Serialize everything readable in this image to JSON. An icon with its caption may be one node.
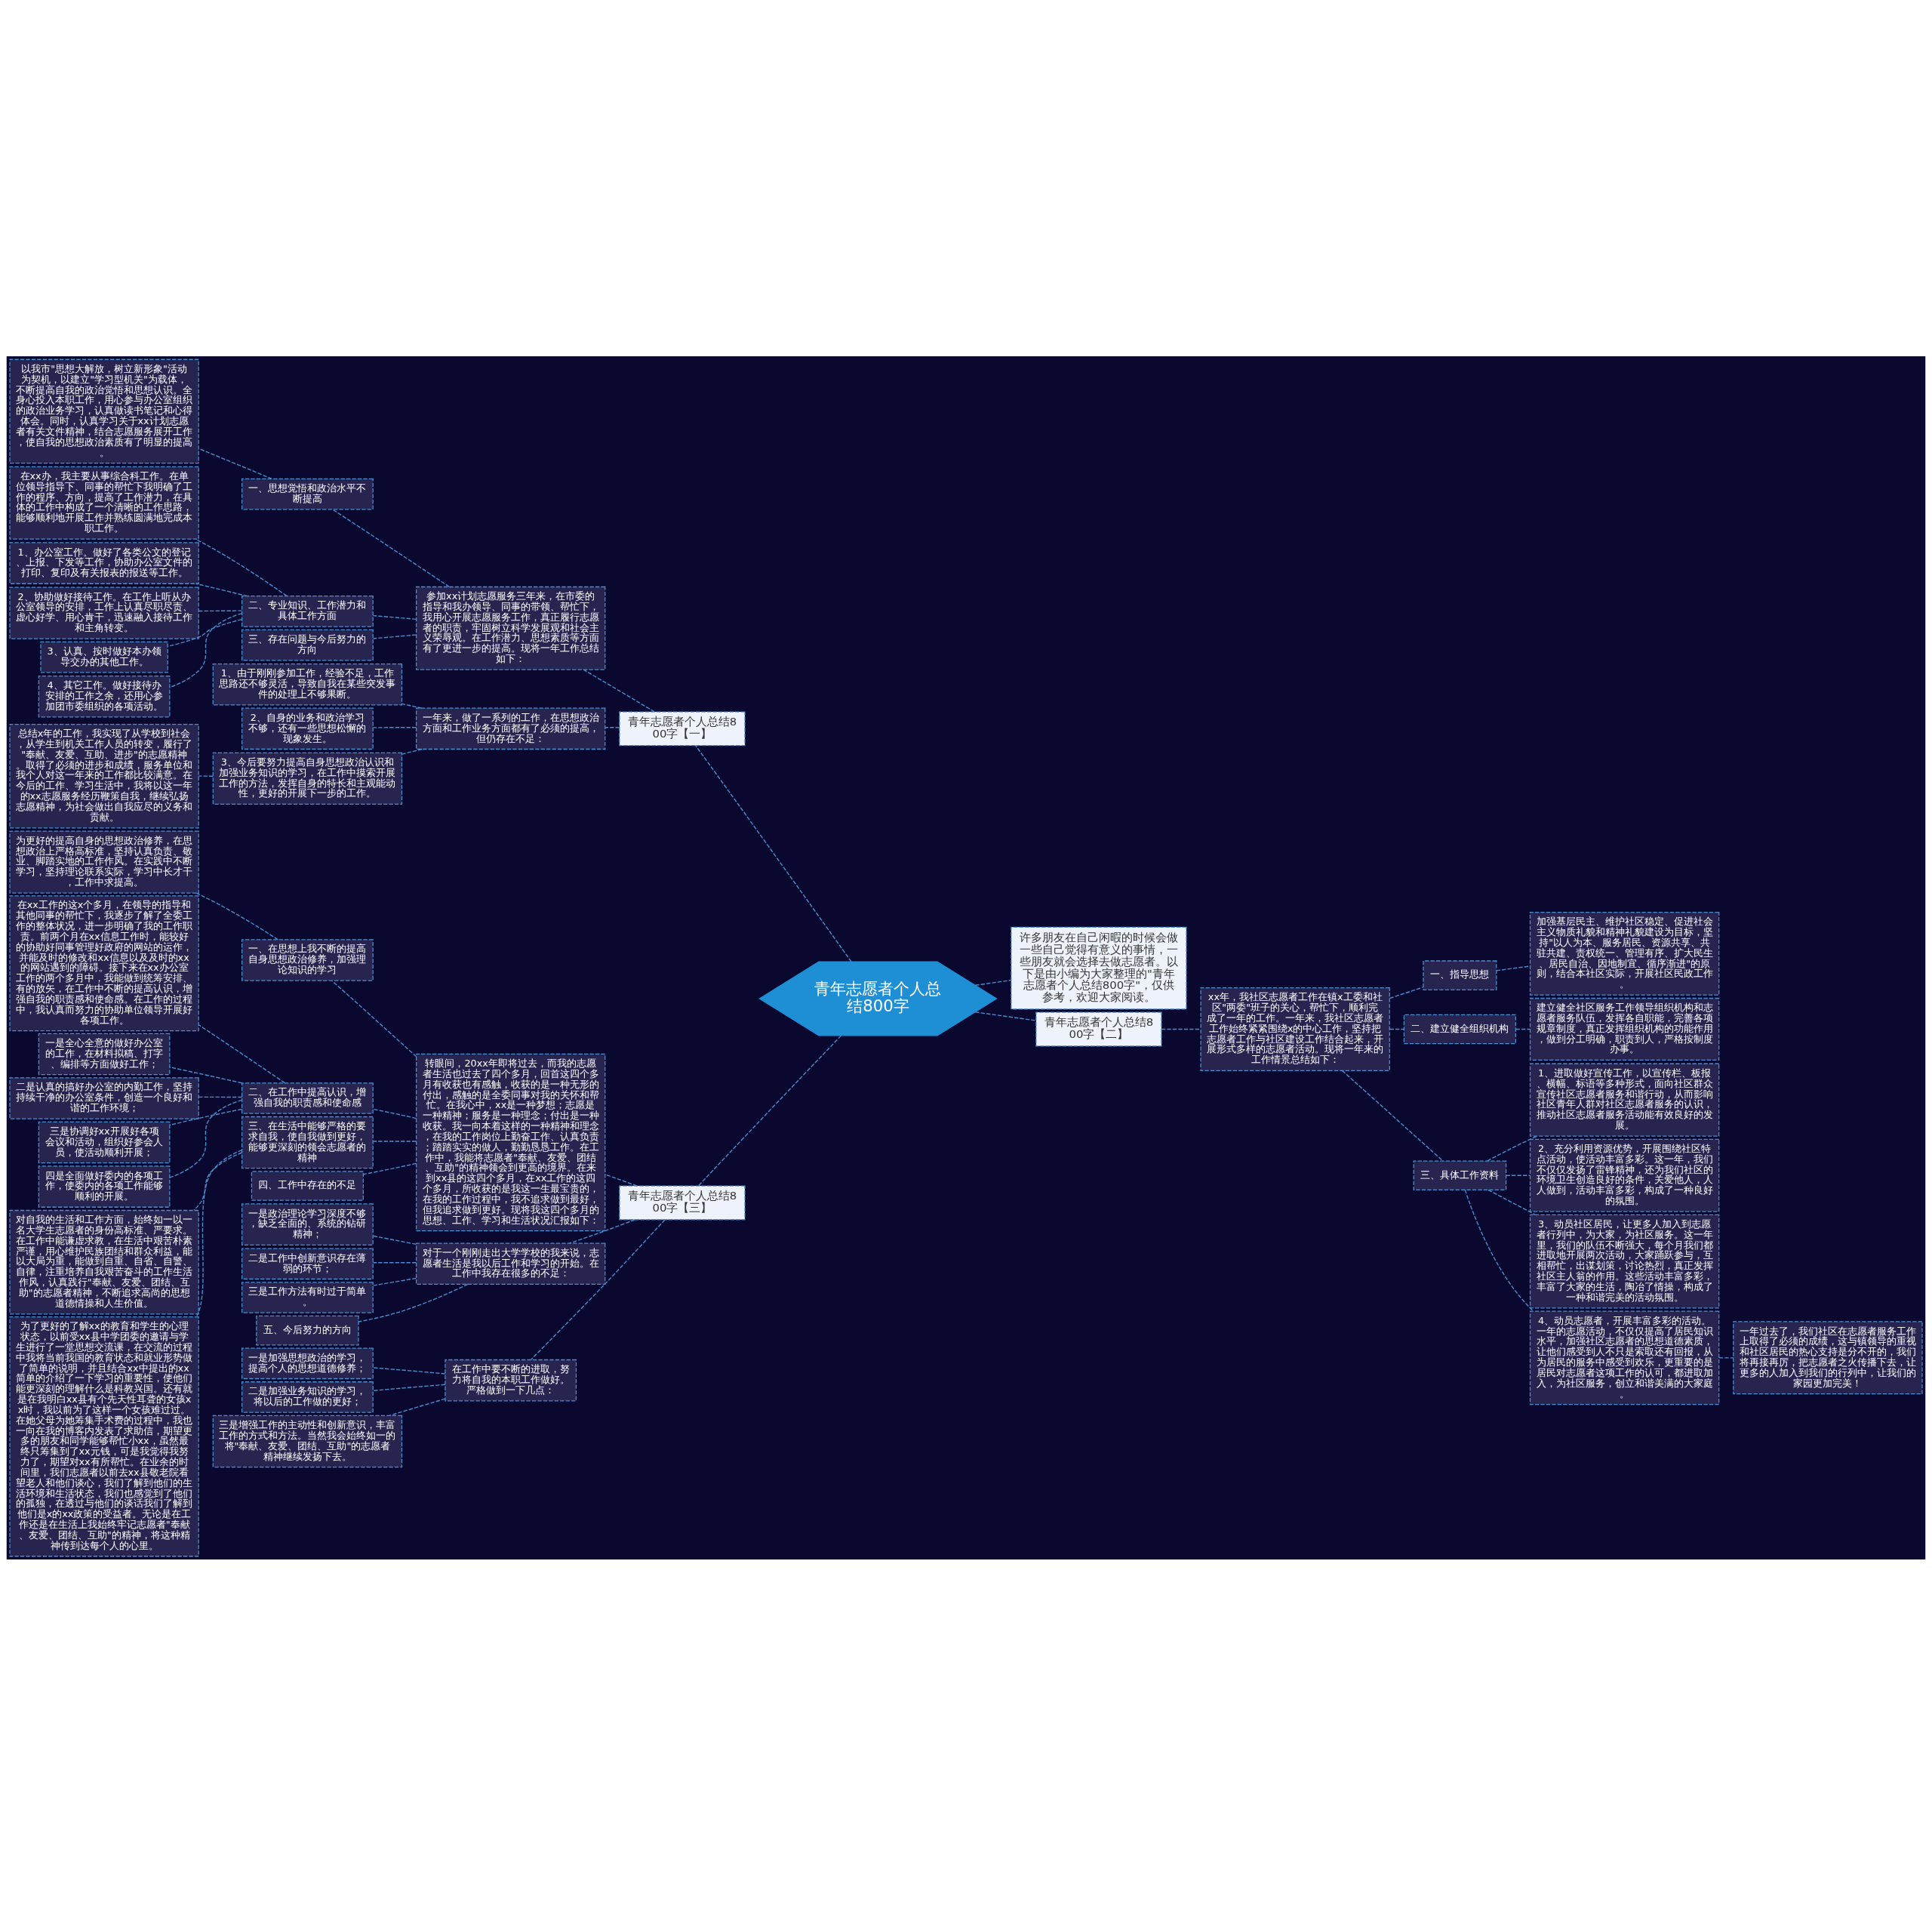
{
  "diagram": {
    "nodes": [
      {
        "text": [
          "青年志愿者个人总结800字"
        ]
      },
      {
        "text": [
          "青年志愿者个人总结800字【一】"
        ]
      },
      {
        "text": [
          "参加xx计划志愿服务三年来，在市委的指导和我办领导、同事的带领、帮忙下，我用心开展志愿服务工作，真正履行志愿者的职责，牢固树立科学发展观和社会主义荣辱观。在工作潜力、思想素质等方面有了更进一步的提高。现将一年工作总结如下："
        ]
      },
      {
        "text": [
          "一、思想觉悟和政治水平不断提高"
        ]
      },
      {
        "text": [
          "以我市\"思想大解放，树立新形象\"活动为契机，以建立\"学习型机关\"为载体，不断提高自我的政治觉悟和思想认识。全身心投入本职工作，用心参与办公室组织的政治业务学习，认真做读书笔记和心得体会。同时，认真学习关于xx计划志愿者有关文件精神，结合志愿服务展开工作，使自我的思想政治素质有了明显的提高。"
        ]
      },
      {
        "text": [
          "二、专业知识、工作潜力和具体工作方面"
        ]
      },
      {
        "text": [
          "在xx办，我主要从事综合科工作。在单位领导指导下、同事的帮忙下我明确了工作的程序、方向，提高了工作潜力，在具体的工作中构成了一个清晰的工作思路，能够顺利地开展工作并熟练圆满地完成本职工作。"
        ]
      },
      {
        "text": [
          "1、办公室工作。做好了各类公文的登记、上报、下发等工作，协助办公室文件的打印、复印及有关报表的报送等工作。"
        ]
      },
      {
        "text": [
          "2、协助做好接待工作。在工作上听从办公室领导的安排，工作上认真尽职尽责、虚心好学、用心肯干，迅速融入接待工作和主角转变。"
        ]
      },
      {
        "text": [
          "3、认真、按时做好本办领导交办的其他工作。"
        ]
      },
      {
        "text": [
          "4、其它工作。做好接待办安排的工作之余，还用心参加团市委组织的各项活动。"
        ]
      },
      {
        "text": [
          "三、存在问题与今后努力的方向"
        ]
      },
      {
        "text": [
          "一年来，做了一系列的工作，在思想政治方面和工作业务方面都有了必须的提高，但仍存在不足："
        ]
      },
      {
        "text": [
          "1、由于刚刚参加工作，经验不足，工作思路还不够灵活，导致自我在某些突发事件的处理上不够果断。"
        ]
      },
      {
        "text": [
          "2、自身的业务和政治学习不够，还有一些思想松懈的现象发生。"
        ]
      },
      {
        "text": [
          "3、今后要努力提高自身思想政治认识和加强业务知识的学习，在工作中摸索开展工作的方法，发挥自身的特长和主观能动性，更好的开展下一步的工作。"
        ]
      },
      {
        "text": [
          "总结x年的工作，我实现了从学校到社会，从学生到机关工作人员的转变，履行了\"奉献、友爱、互助、进步\"的志愿精神。取得了必须的进步和成绩，服务单位和我个人对这一年来的工作都比较满意。在今后的工作、学习生活中，我将以这一年的xx志愿服务经历鞭策自我，继续弘扬志愿精神，为社会做出自我应尽的义务和贡献。"
        ]
      },
      {
        "text": [
          "青年志愿者个人总结800字【三】"
        ]
      },
      {
        "text": [
          "转眼间，20xx年即将过去，而我的志愿者生活也过去了四个多月，回首这四个多月有收获也有感触，收获的是一种无形的付出，感触的是全委同事对我的关怀和帮忙。在我心中，xx是一种梦想；志愿是一种精神；服务是一种理念；付出是一种收获。我一向本着这样的一种精神和理念，在我的工作岗位上勤奋工作、认真负责；踏踏实实的做人，勤勤恳恳工作。在工作中，我能将志愿者\"奉献、友爱、团结、互助\"的精神领会到更高的境界。在来到xx县的这四个多月，在xx工作的这四个多月，所收获的是我这一生最宝贵的，在我的工作过程中，我不追求做到最好，但我追求做到更好。现将我这四个多月的思想、工作、学习和生活状况汇报如下："
        ]
      },
      {
        "text": [
          "一、在思想上我不断的提高自身思想政治修养，加强理论知识的学习"
        ]
      },
      {
        "text": [
          "为更好的提高自身的思想政治修养，在思想政治上严格高标准，坚持认真负责、敬业、脚踏实地的工作作风。在实践中不断学习，坚持理论联系实际，学习中长才干，工作中求提高。"
        ]
      },
      {
        "text": [
          "二、在工作中提高认识，增强自我的职责感和使命感"
        ]
      },
      {
        "text": [
          "在xx工作的这x个多月，在领导的指导和其他同事的帮忙下，我逐步了解了全委工作的整体状况，进一步明确了我的工作职责。前两个月在xx信息工作时，能较好的协助好同事管理好政府的网站的运作，并能及时的修改和xx信息以及及时的xx的网站遇到的障碍。接下来在xx办公室工作的两个多月中，我能做到统筹安排、有的放矢，在工作中不断的提高认识，增强自我的职责感和使命感。在工作的过程中，我认真而努力的协助单位领导开展好各项工作。"
        ]
      },
      {
        "text": [
          "一是全心全意的做好办公室的工作，在材料拟稿、打字、编排等方面做好工作；"
        ]
      },
      {
        "text": [
          "二是认真的搞好办公室的内勤工作，坚持持续干净的办公室条件，创造一个良好和谐的工作环境；"
        ]
      },
      {
        "text": [
          "三是协调好xx开展好各项会议和活动，组织好参会人员，使活动顺利开展；"
        ]
      },
      {
        "text": [
          "四是全面做好委内的各项工作，使委内的各项工作能够顺利的开展。"
        ]
      },
      {
        "text": [
          "三、在生活中能够严格的要求自我，使自我做到更好，能够更深刻的领会志愿者的精神"
        ]
      },
      {
        "text": [
          "对自我的生活和工作方面，始终如一以一名大学生志愿者的身份高标准、严要求。在工作中能谦虚求教，在生活中艰苦朴素严谨，用心维护民族团结和群众利益，能以大局为重，能做到自重、自省、自警、自律，注重培养自我艰苦奋斗的工作生活作风，认真践行\"奉献、友爱、团结、互助\"的志愿者精神，不断追求高尚的思想道德情操和人生价值。"
        ]
      },
      {
        "text": [
          "为了更好的了解xx的教育和学生的心理状态，以前受xx县中学团委的邀请与学生进行了一堂思想交流课，在交流的过程中我将当前我国的教育状态和就业形势做了简单的说明，并且结合xx中提出的xx简单的介绍了一下学习的重要性，使他们能更深刻的理解什么是科教兴国。还有就是在我明白xx县有个先天性耳聋的女孩xx时，我以前为了这样一个女孩难过过。在她父母为她筹集手术费的过程中，我也一向在我的博客内发表了求助信，期望更多的朋友和同学能够帮忙小xx，虽然最终只筹集到了xx元钱，可是我觉得我努力了，期望对xx有所帮忙。在业余的时间里，我们志愿者以前去xx县敬老院看望老人和他们谈心，我们了解到他们的生活环境和生活状态，我们也感觉到了他们的孤独，在透过与他们的谈话我们了解到他们是x的xx政策的受益者。无论是在工作还是在生活上我始终牢记志愿者\"奉献、友爱、团结、互助\"的精神，将这种精神传到达每个人的心里。"
        ]
      },
      {
        "text": [
          "四、工作中存在的不足"
        ]
      },
      {
        "text": [
          "对于一个刚刚走出大学学校的我来说，志愿者生活是我以后工作和学习的开始。在工作中我存在很多的不足："
        ]
      },
      {
        "text": [
          "一是政治理论学习深度不够，缺乏全面的、系统的钻研精神；"
        ]
      },
      {
        "text": [
          "二是工作中创新意识存在薄弱的环节；"
        ]
      },
      {
        "text": [
          "三是工作方法有时过于简单。"
        ]
      },
      {
        "text": [
          "五、今后努力的方向"
        ]
      },
      {
        "text": [
          "在工作中要不断的进取，努力将自我的本职工作做好。严格做到一下几点："
        ]
      },
      {
        "text": [
          "一是加强思想政治的学习，提高个人的思想道德修养；"
        ]
      },
      {
        "text": [
          "二是加强业务知识的学习，将以后的工作做的更好；"
        ]
      },
      {
        "text": [
          "三是增强工作的主动性和创新意识，丰富工作的方式和方法。当然我会始终如一的将\"奉献、友爱、团结、互助\"的志愿者精神继续发扬下去。"
        ]
      },
      {
        "text": [
          "许多朋友在自己闲暇的时候会做一些自己觉得有意义的事情，一些朋友就会选择去做志愿者。以下是由小编为大家整理的\"青年志愿者个人总结800字\"，仅供参考，欢迎大家阅读。"
        ]
      },
      {
        "text": [
          "青年志愿者个人总结800字【二】"
        ]
      },
      {
        "text": [
          "xx年，我社区志愿者工作在镇x工委和社区\"两委\"班子的关心，帮忙下，顺利完成了一年的工作。一年来，我社区志愿者工作始终紧紧围绕x的中心工作，坚持把志愿者工作与社区建设工作结合起来，开展形式多样的志愿者活动。现将一年来的工作情景总结如下："
        ]
      },
      {
        "text": [
          "一、指导思想"
        ]
      },
      {
        "text": [
          "加强基层民主、维护社区稳定、促进社会主义物质礼貌和精神礼貌建设为目标，坚持\"以人为本、服务居民、资源共享、共驻共建、责权统一、管理有序、扩大民生、居民自治、因地制宜、循序渐进\"的原则，结合本社区实际，开展社区民政工作。"
        ]
      },
      {
        "text": [
          "二、建立健全组织机构"
        ]
      },
      {
        "text": [
          "建立健全社区服务工作领导组织机构和志愿者服务队伍，发挥各自职能，完善各项规章制度，真正发挥组织机构的功能作用，做到分工明确，职责到人，严格按制度办事。"
        ]
      },
      {
        "text": [
          "三、具体工作资料"
        ]
      },
      {
        "text": [
          "1、进取做好宣传工作，以宣传栏、板报、横幅、标语等多种形式，面向社区群众宣传社区志愿者服务和谐行动，从而影响社区青年人群对社区志愿者服务的认识，推动社区志愿者服务活动能有效良好的发展。"
        ]
      },
      {
        "text": [
          "2、充分利用资源优势，开展围绕社区特点活动，使活动丰富多彩。这一年，我们不仅仅发扬了雷锋精神，还为我们社区的环境卫生创造良好的条件，关爱他人，人人做到，活动丰富多彩，构成了一种良好的氛围。"
        ]
      },
      {
        "text": [
          "3、动员社区居民，让更多人加入到志愿者行列中，为大家，为社区服务。这一年里，我们的队伍不断强大，每个月我们都进取地开展两次活动，大家踊跃参与，互相帮忙，出谋划策，讨论热烈，真正发挥社区主人翁的作用。这些活动丰富多彩，丰富了大家的生活，陶冶了情操，构成了一种和谐完美的活动氛围。"
        ]
      },
      {
        "text": [
          "4、动员志愿者，开展丰富多彩的活动。一年的志愿活动，不仅仅提高了居民知识水平，加强社区志愿者的思想道德素质，让他们感受到人不只是索取还有回报，从为居民的服务中感受到欢乐，更重要的是居民对志愿者这项工作的认可，都进取加入，为社区服务，创立和谐美满的大家庭。"
        ]
      },
      {
        "text": [
          "一年过去了，我们社区在志愿者服务工作上取得了必须的成绩，这与镇领导的重视和社区居民的热心支持是分不开的，我们将再接再厉，把志愿者之火传播下去，让更多的人加入到我们的行列中，让我们的家园更加完美！"
        ]
      }
    ],
    "edges": [
      {
        "from": 0,
        "to": 1,
        "arrow": "none"
      },
      {
        "from": 1,
        "to": 2,
        "arrow": "none"
      },
      {
        "from": 2,
        "to": 3,
        "arrow": "none"
      },
      {
        "from": 3,
        "to": 4,
        "arrow": "none"
      },
      {
        "from": 2,
        "to": 5,
        "arrow": "none"
      },
      {
        "from": 5,
        "to": 6,
        "arrow": "none"
      },
      {
        "from": 5,
        "to": 7,
        "arrow": "none"
      },
      {
        "from": 5,
        "to": 8,
        "arrow": "none"
      },
      {
        "from": 5,
        "to": 9,
        "arrow": "none"
      },
      {
        "from": 5,
        "to": 10,
        "arrow": "none"
      },
      {
        "from": 2,
        "to": 11,
        "arrow": "none"
      },
      {
        "from": 1,
        "to": 12,
        "arrow": "none"
      },
      {
        "from": 12,
        "to": 13,
        "arrow": "none"
      },
      {
        "from": 12,
        "to": 14,
        "arrow": "none"
      },
      {
        "from": 12,
        "to": 15,
        "arrow": "none"
      },
      {
        "from": 15,
        "to": 16,
        "arrow": "none"
      },
      {
        "from": 0,
        "to": 17,
        "arrow": "none"
      },
      {
        "from": 17,
        "to": 18,
        "arrow": "none"
      },
      {
        "from": 18,
        "to": 19,
        "arrow": "none"
      },
      {
        "from": 19,
        "to": 20,
        "arrow": "none"
      },
      {
        "from": 18,
        "to": 21,
        "arrow": "none"
      },
      {
        "from": 21,
        "to": 22,
        "arrow": "none"
      },
      {
        "from": 21,
        "to": 23,
        "arrow": "none"
      },
      {
        "from": 21,
        "to": 24,
        "arrow": "none"
      },
      {
        "from": 21,
        "to": 25,
        "arrow": "none"
      },
      {
        "from": 21,
        "to": 26,
        "arrow": "none"
      },
      {
        "from": 18,
        "to": 27,
        "arrow": "none"
      },
      {
        "from": 27,
        "to": 28,
        "arrow": "none"
      },
      {
        "from": 27,
        "to": 29,
        "arrow": "none"
      },
      {
        "from": 18,
        "to": 30,
        "arrow": "none"
      },
      {
        "from": 17,
        "to": 31,
        "arrow": "none"
      },
      {
        "from": 31,
        "to": 32,
        "arrow": "none"
      },
      {
        "from": 31,
        "to": 33,
        "arrow": "none"
      },
      {
        "from": 31,
        "to": 34,
        "arrow": "none"
      },
      {
        "from": 31,
        "to": 35,
        "arrow": "none"
      },
      {
        "from": 17,
        "to": 36,
        "arrow": "none"
      },
      {
        "from": 36,
        "to": 37,
        "arrow": "none"
      },
      {
        "from": 36,
        "to": 38,
        "arrow": "none"
      },
      {
        "from": 36,
        "to": 39,
        "arrow": "none"
      },
      {
        "from": 0,
        "to": 40,
        "arrow": "none"
      },
      {
        "from": 0,
        "to": 41,
        "arrow": "none"
      },
      {
        "from": 41,
        "to": 42,
        "arrow": "none"
      },
      {
        "from": 42,
        "to": 43,
        "arrow": "none"
      },
      {
        "from": 43,
        "to": 44,
        "arrow": "none"
      },
      {
        "from": 42,
        "to": 45,
        "arrow": "none"
      },
      {
        "from": 45,
        "to": 46,
        "arrow": "none"
      },
      {
        "from": 42,
        "to": 47,
        "arrow": "none"
      },
      {
        "from": 47,
        "to": 48,
        "arrow": "none"
      },
      {
        "from": 47,
        "to": 49,
        "arrow": "none"
      },
      {
        "from": 47,
        "to": 50,
        "arrow": "none"
      },
      {
        "from": 47,
        "to": 51,
        "arrow": "none"
      },
      {
        "from": 51,
        "to": 52,
        "arrow": "none"
      }
    ]
  }
}
